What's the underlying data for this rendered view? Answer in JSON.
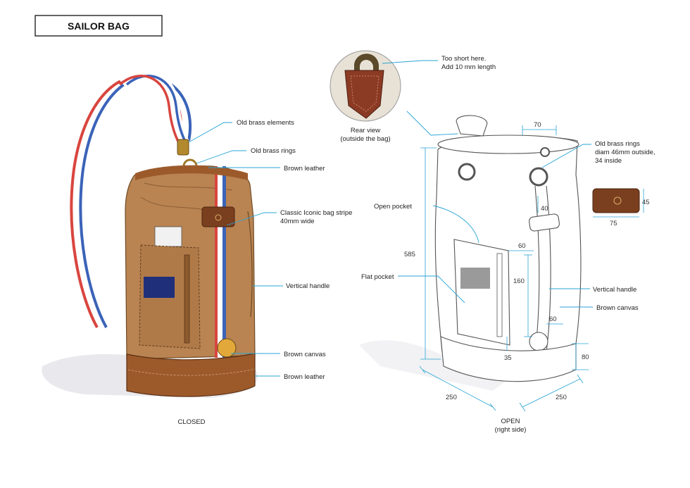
{
  "title": "SAILOR BAG",
  "views": {
    "closed": "CLOSED",
    "open_line1": "OPEN",
    "open_line2": "(right side)"
  },
  "rear_view": {
    "line1": "Rear view",
    "line2": "(outside the bag)",
    "note_line1": "Too short here.",
    "note_line2": "Add 10 mm length"
  },
  "closed_labels": {
    "old_brass_elements": "Old brass elements",
    "old_brass_rings": "Old brass rings",
    "brown_leather_top": "Brown leather",
    "stripe_line1": "Classic Iconic bag stripe",
    "stripe_line2": "40mm wide",
    "vertical_handle": "Vertical handle",
    "brown_canvas": "Brown canvas",
    "brown_leather_bottom": "Brown leather"
  },
  "open_labels": {
    "rings_line1": "Old brass rings",
    "rings_line2": "diam 46mm outside,",
    "rings_line3": "34 inside",
    "open_pocket": "Open pocket",
    "flat_pocket": "Flat pocket",
    "vertical_handle": "Vertical handle",
    "brown_canvas": "Brown canvas"
  },
  "dimensions": {
    "top_width": "70",
    "height": "585",
    "handle_width": "40",
    "pocket_top": "60",
    "pocket_height": "160",
    "bottom_gap": "35",
    "handle_bottom": "60",
    "base_height": "80",
    "depth": "250",
    "width": "250",
    "tag_height": "45",
    "tag_width": "75"
  },
  "colors": {
    "accent": "#29a4d6",
    "canvas": "#b98452",
    "leather": "#9c5a2b",
    "stripe_red": "#d9453f",
    "stripe_blue": "#3b63b8",
    "patch_navy": "#1f2f7a"
  }
}
